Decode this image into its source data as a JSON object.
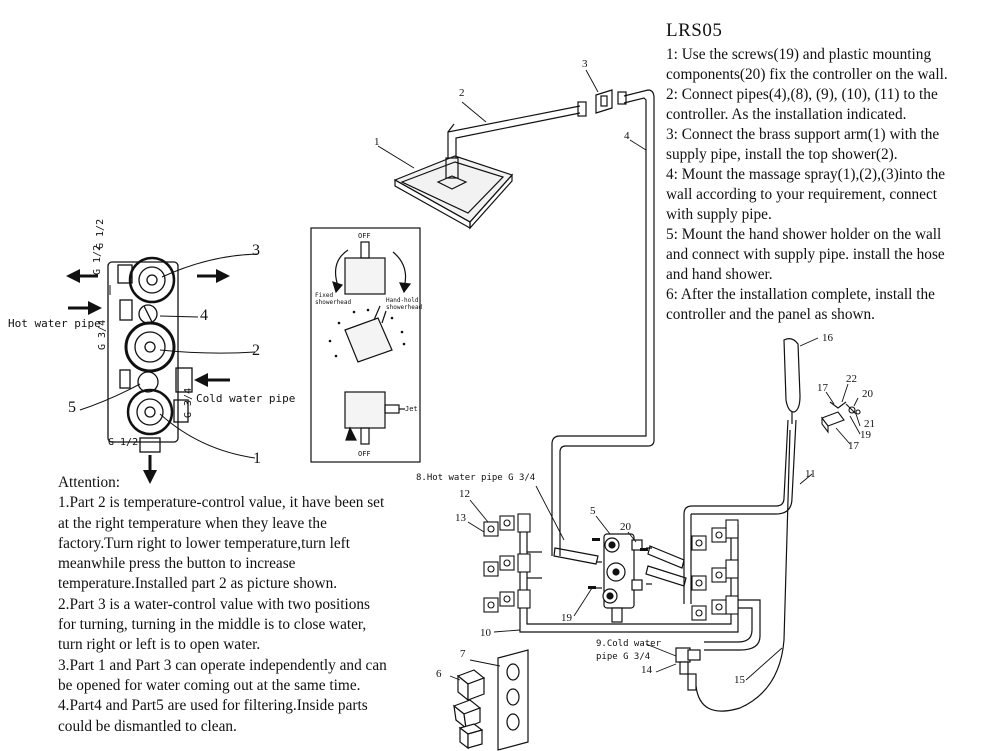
{
  "model": "LRS05",
  "instructions": [
    "1: Use the screws(19) and plastic mounting",
    "components(20) fix the controller on the wall.",
    "2: Connect pipes(4),(8), (9), (10), (11) to the",
    "controller. As the installation indicated.",
    "3: Connect the brass support arm(1) with the",
    "supply pipe, install the top shower(2).",
    "4: Mount the massage spray(1),(2),(3)into the",
    "wall according to your requirement, connect",
    "with supply pipe.",
    "5: Mount the hand shower holder on the wall",
    "and connect with supply pipe. install the hose",
    "and hand shower.",
    "6: After  the installation complete, install the",
    "controller and the panel as shown."
  ],
  "attention": [
    "Attention:",
    "1.Part 2 is temperature-control value, it have been set",
    "at the right temperature when they leave the",
    "factory.Turn right to lower temperature,turn left",
    "meanwhile press the button to increase",
    "temperature.Installed part 2 as picture shown.",
    "2.Part 3 is a water-control value with two positions",
    "for turning, turning in the middle is to close water,",
    "turn right or left is to open water.",
    "3.Part 1 and Part 3 can operate independently and can",
    "be opened for water coming out at the same time.",
    "4.Part4 and Part5 are used for filtering.Inside parts",
    "could be dismantled to clean."
  ],
  "valve_labels": {
    "g12_top": "G 1/2",
    "g34": "G 3/4",
    "g34_right": "G 3/4",
    "g12_bottom": "G 1/2",
    "hot": "Hot water pipe",
    "cold": "Cold water pipe",
    "n3": "3",
    "n4": "4",
    "n2": "2",
    "n5": "5",
    "n1": "1"
  },
  "panel_labels": {
    "off_top": "OFF",
    "fixed1": "Fixed",
    "fixed2": "showerhead",
    "hand1": "Hand-hold",
    "hand2": "showerhead",
    "jet": "Jet",
    "off_bottom": "OFF"
  },
  "install_labels": {
    "hot_pipe": "8.Hot water pipe G 3/4",
    "cold_pipe1": "9.Cold water",
    "cold_pipe2": "pipe G 3/4",
    "p1": "1",
    "p2": "2",
    "p3": "3",
    "p4": "4",
    "p5": "5",
    "p6": "6",
    "p7": "7",
    "p10": "10",
    "p11": "11",
    "p12": "12",
    "p13": "13",
    "p14": "14",
    "p15": "15",
    "p16": "16",
    "p17a": "17",
    "p17b": "17",
    "p19a": "19",
    "p19b": "19",
    "p20a": "20",
    "p20b": "20",
    "p21": "21",
    "p22": "22"
  }
}
